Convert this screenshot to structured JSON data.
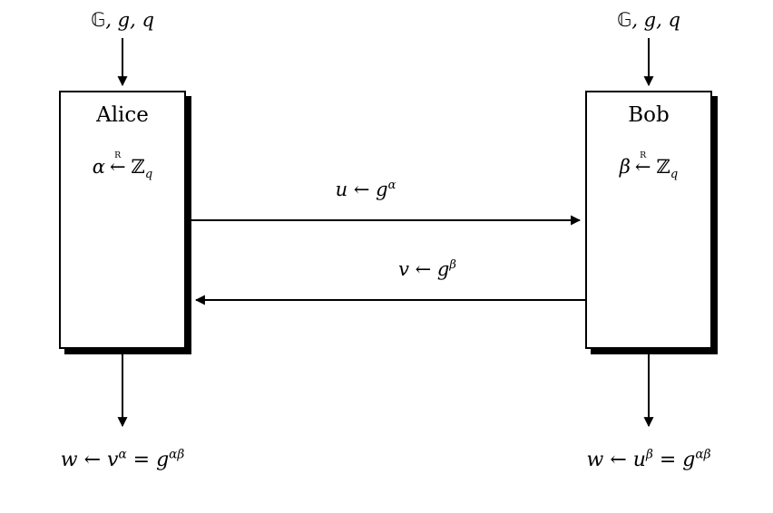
{
  "alice": {
    "params": "𝔾, g, q",
    "name": "Alice",
    "sample": {
      "pre": "α",
      "r": "R",
      "arrow": "←",
      "group": "ℤ",
      "sub": "q"
    },
    "output": {
      "pre": "w ← v",
      "sup1": "α",
      "mid": " = g",
      "sup2": "αβ"
    }
  },
  "bob": {
    "params": "𝔾, g, q",
    "name": "Bob",
    "sample": {
      "pre": "β",
      "r": "R",
      "arrow": "←",
      "group": "ℤ",
      "sub": "q"
    },
    "output": {
      "pre": "w ← u",
      "sup1": "β",
      "mid": " = g",
      "sup2": "αβ"
    }
  },
  "messages": {
    "alice_to_bob": {
      "pre": "u ← g",
      "sup": "α"
    },
    "bob_to_alice": {
      "pre": "v ← g",
      "sup": "β"
    }
  }
}
